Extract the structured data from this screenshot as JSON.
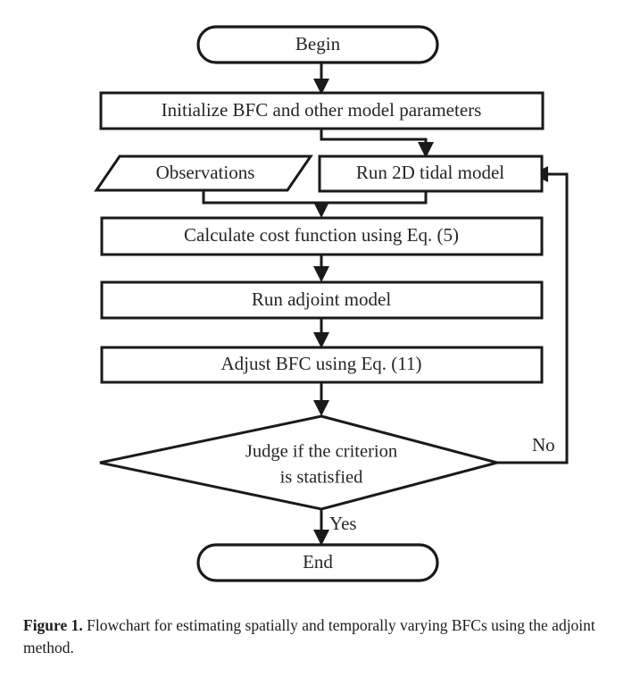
{
  "figure": {
    "caption_label": "Figure 1.",
    "caption_text": "Flowchart for estimating spatially and temporally varying BFCs using the adjoint method."
  },
  "diagram": {
    "type": "flowchart",
    "orientation": "top-to-bottom",
    "background_color": "#ffffff",
    "line_color": "#1a1a1a",
    "text_color": "#262626",
    "nodes": [
      {
        "id": "begin",
        "shape": "terminator",
        "label": "Begin"
      },
      {
        "id": "initialize",
        "shape": "process",
        "label": "Initialize BFC and other model parameters"
      },
      {
        "id": "observations",
        "shape": "data",
        "label": "Observations"
      },
      {
        "id": "run2d",
        "shape": "process",
        "label": "Run 2D tidal model"
      },
      {
        "id": "cost",
        "shape": "process",
        "label": "Calculate cost function using Eq. (5)"
      },
      {
        "id": "adjoint",
        "shape": "process",
        "label": "Run adjoint model"
      },
      {
        "id": "adjust",
        "shape": "process",
        "label": "Adjust BFC using Eq. (11)"
      },
      {
        "id": "judge",
        "shape": "decision",
        "label_line1": "Judge if the criterion",
        "label_line2": "is statisfied"
      },
      {
        "id": "end",
        "shape": "terminator",
        "label": "End"
      }
    ],
    "edge_labels": {
      "no": "No",
      "yes": "Yes"
    }
  }
}
